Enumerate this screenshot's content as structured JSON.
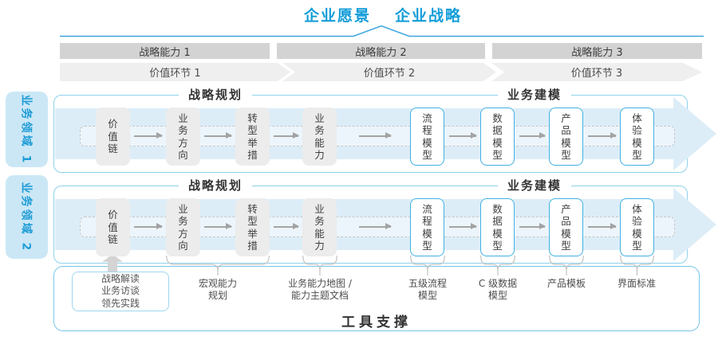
{
  "header": {
    "vision": "企业愿景",
    "strategy": "企业战略"
  },
  "capability_band": [
    "战略能力 1",
    "战略能力 2",
    "战略能力 3"
  ],
  "value_band": [
    "价值环节 1",
    "价值环节 2",
    "价值环节 3"
  ],
  "domains": [
    "业务领域 1",
    "业务领域 2"
  ],
  "sections": {
    "planning": "战略规划",
    "modeling": "业务建模"
  },
  "flow": {
    "boxes": [
      "价值链",
      "业务方向",
      "转型举措",
      "业务能力",
      "流程模型",
      "数据模型",
      "产品模型",
      "体验模型"
    ]
  },
  "sources_box": {
    "lines": [
      "战略解读",
      "业务访谈",
      "领先实践"
    ]
  },
  "tools": {
    "title": "工具支撑",
    "labels": [
      {
        "line1": "宏观能力",
        "line2": "规划"
      },
      {
        "line1": "业务能力地图 /",
        "line2": "能力主题文档"
      },
      {
        "line1": "五级流程",
        "line2": "模型"
      },
      {
        "line1": "C 级数据",
        "line2": "模型"
      },
      {
        "line1": "产品模板",
        "line2": ""
      },
      {
        "line1": "界面标准",
        "line2": ""
      }
    ]
  },
  "colors": {
    "accent_blue": "#149dd8",
    "light_blue_fill": "#cbe7f6",
    "flow_band_blue": "#dcedf8",
    "container_border_blue": "#8ed1ec",
    "box_border_blue": "#41b1e3",
    "capability_gray": "#d3d3d3",
    "value_gray": "#efefef",
    "box_gray": "#ececec"
  }
}
